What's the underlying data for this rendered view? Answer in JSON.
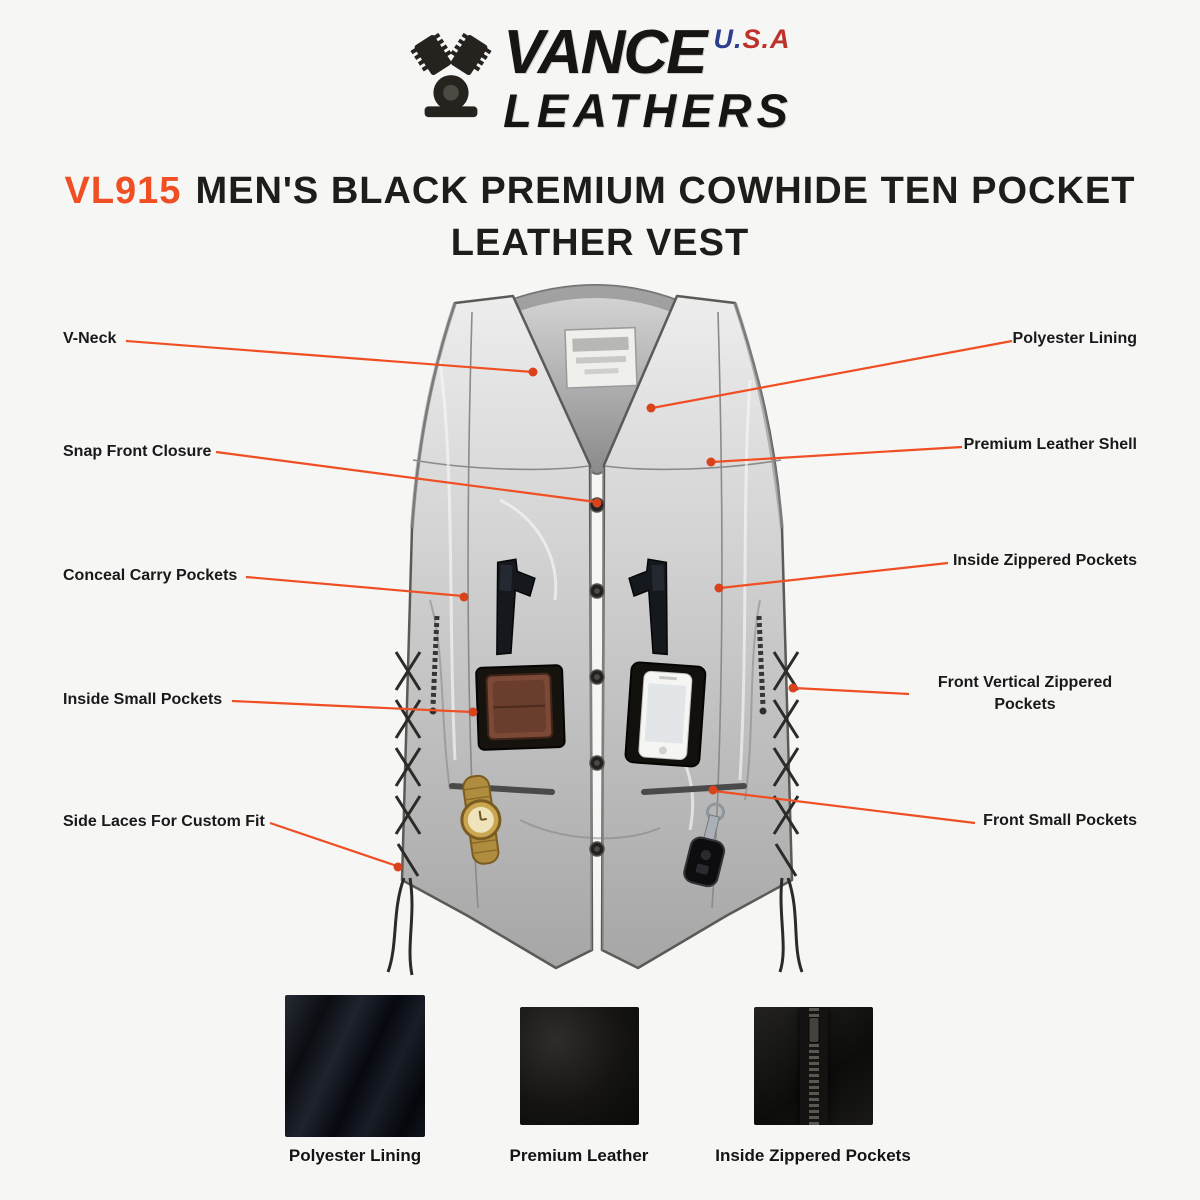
{
  "page": {
    "background": "#f6f6f5"
  },
  "logo": {
    "name_top": "VANCE",
    "usa": [
      "U.",
      "S.",
      "A"
    ],
    "name_bottom": "LEATHERS"
  },
  "title": {
    "sku": "VL915",
    "line1_rest": "MEN'S BLACK PREMIUM COWHIDE TEN POCKET",
    "line2": "LEATHER VEST",
    "accent_color": "#f04e23"
  },
  "callouts": {
    "line_color": "#f04e23",
    "left": [
      {
        "label": "V-Neck"
      },
      {
        "label": "Snap Front Closure"
      },
      {
        "label": "Conceal Carry Pockets"
      },
      {
        "label": "Inside Small Pockets"
      },
      {
        "label": "Side Laces For Custom Fit"
      }
    ],
    "right": [
      {
        "label": "Polyester Lining"
      },
      {
        "label": "Premium Leather Shell"
      },
      {
        "label": "Inside Zippered Pockets"
      },
      {
        "label": "Front Vertical Zippered Pockets"
      },
      {
        "label": "Front Small Pockets"
      }
    ]
  },
  "swatches": [
    {
      "label": "Polyester Lining"
    },
    {
      "label": "Premium Leather"
    },
    {
      "label": "Inside Zippered Pockets"
    }
  ]
}
